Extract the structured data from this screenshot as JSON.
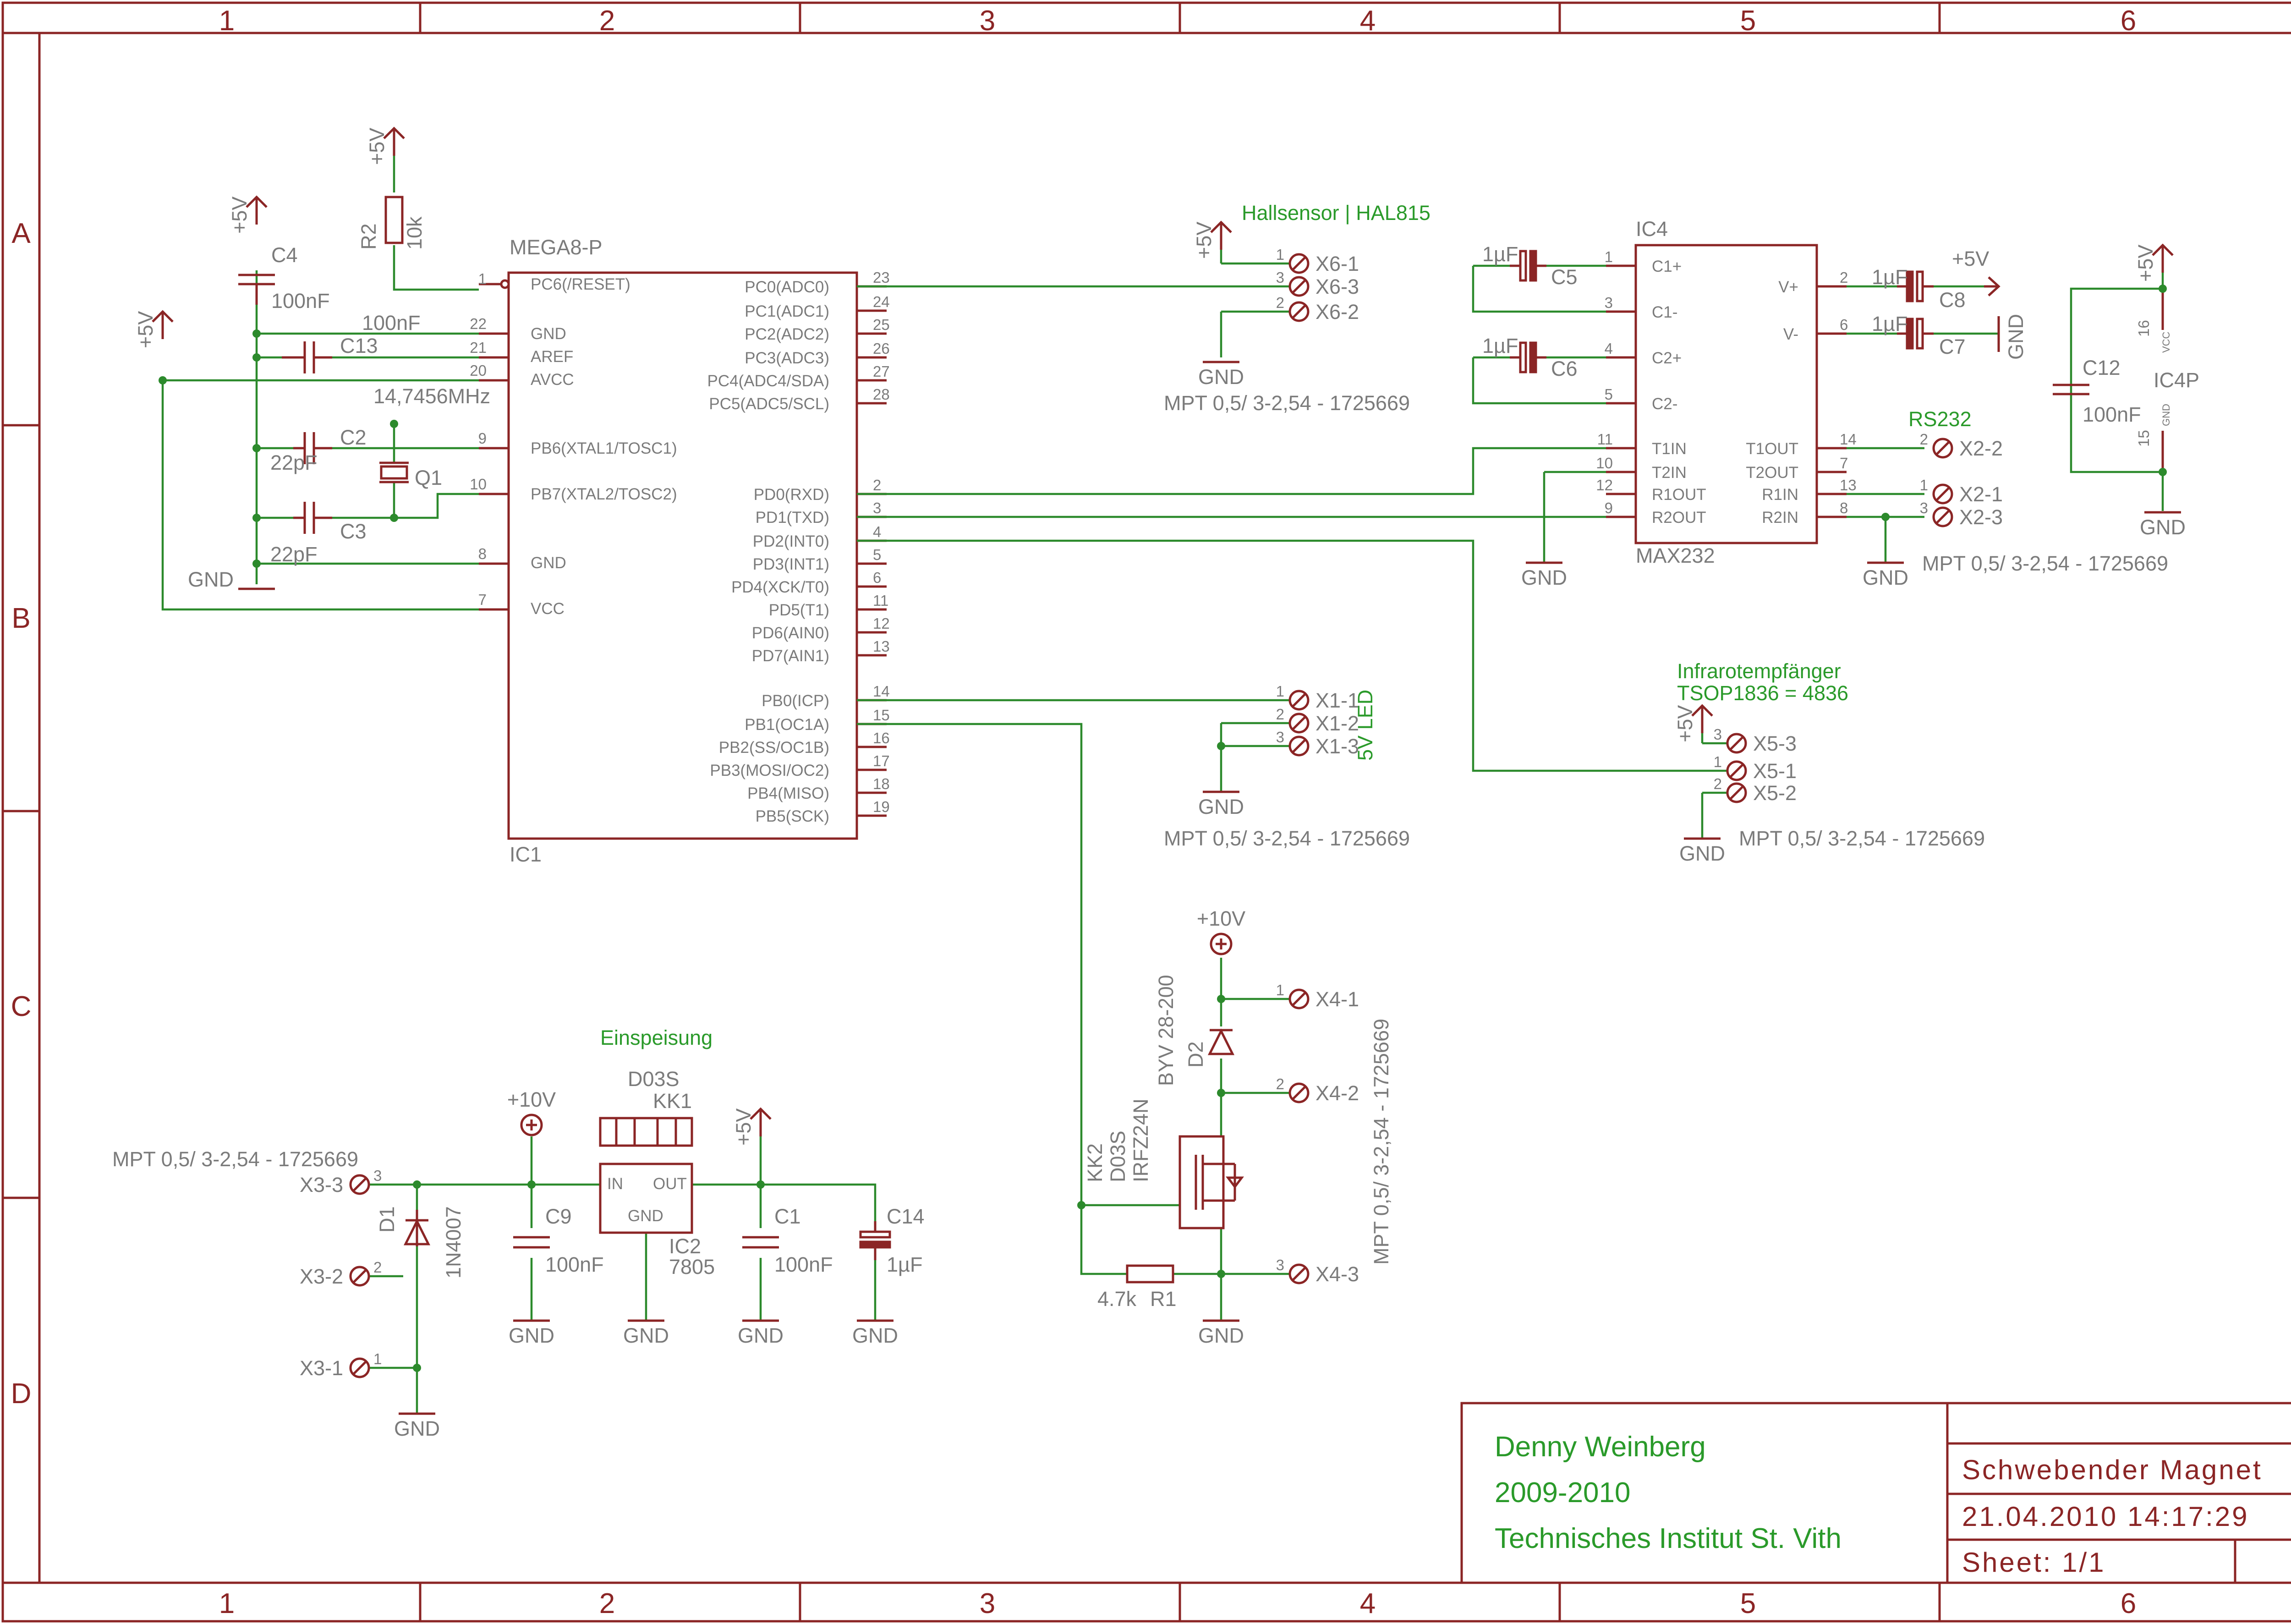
{
  "frame": {
    "columns": [
      "1",
      "2",
      "3",
      "4",
      "5",
      "6"
    ],
    "rows": [
      "A",
      "B",
      "C",
      "D"
    ]
  },
  "title_block": {
    "author": "Denny Weinberg",
    "years": "2009-2010",
    "institute": "Technisches Institut St. Vith",
    "project": "Schwebender Magnet",
    "datetime": "21.04.2010 14:17:29",
    "sheet": "Sheet: 1/1"
  },
  "green_labels": {
    "hallsensor": "Hallsensor | HAL815",
    "rs232": "RS232",
    "ir_line1": "Infrarotempfänger",
    "ir_line2": "TSOP1836 = 4836",
    "led": "5V LED",
    "einspeisung": "Einspeisung"
  },
  "ic1": {
    "name": "MEGA8-P",
    "ref": "IC1",
    "left_pins": [
      {
        "num": "1",
        "name": "PC6(/RESET)"
      },
      {
        "num": "22",
        "name": "GND"
      },
      {
        "num": "21",
        "name": "AREF"
      },
      {
        "num": "20",
        "name": "AVCC"
      },
      {
        "num": "9",
        "name": "PB6(XTAL1/TOSC1)"
      },
      {
        "num": "10",
        "name": "PB7(XTAL2/TOSC2)"
      },
      {
        "num": "8",
        "name": "GND"
      },
      {
        "num": "7",
        "name": "VCC"
      }
    ],
    "right_pins": [
      {
        "num": "23",
        "name": "PC0(ADC0)"
      },
      {
        "num": "24",
        "name": "PC1(ADC1)"
      },
      {
        "num": "25",
        "name": "PC2(ADC2)"
      },
      {
        "num": "26",
        "name": "PC3(ADC3)"
      },
      {
        "num": "27",
        "name": "PC4(ADC4/SDA)"
      },
      {
        "num": "28",
        "name": "PC5(ADC5/SCL)"
      },
      {
        "num": "2",
        "name": "PD0(RXD)"
      },
      {
        "num": "3",
        "name": "PD1(TXD)"
      },
      {
        "num": "4",
        "name": "PD2(INT0)"
      },
      {
        "num": "5",
        "name": "PD3(INT1)"
      },
      {
        "num": "6",
        "name": "PD4(XCK/T0)"
      },
      {
        "num": "11",
        "name": "PD5(T1)"
      },
      {
        "num": "12",
        "name": "PD6(AIN0)"
      },
      {
        "num": "13",
        "name": "PD7(AIN1)"
      },
      {
        "num": "14",
        "name": "PB0(ICP)"
      },
      {
        "num": "15",
        "name": "PB1(OC1A)"
      },
      {
        "num": "16",
        "name": "PB2(SS/OC1B)"
      },
      {
        "num": "17",
        "name": "PB3(MOSI/OC2)"
      },
      {
        "num": "18",
        "name": "PB4(MISO)"
      },
      {
        "num": "19",
        "name": "PB5(SCK)"
      }
    ]
  },
  "ic4": {
    "ref": "IC4",
    "name": "MAX232",
    "left_pins": [
      {
        "num": "1",
        "name": "C1+"
      },
      {
        "num": "3",
        "name": "C1-"
      },
      {
        "num": "4",
        "name": "C2+"
      },
      {
        "num": "5",
        "name": "C2-"
      },
      {
        "num": "11",
        "name": "T1IN"
      },
      {
        "num": "10",
        "name": "T2IN"
      },
      {
        "num": "12",
        "name": "R1OUT"
      },
      {
        "num": "9",
        "name": "R2OUT"
      }
    ],
    "right_pins": [
      {
        "num": "2",
        "name": "V+"
      },
      {
        "num": "6",
        "name": "V-"
      },
      {
        "num": "14",
        "name": "T1OUT"
      },
      {
        "num": "7",
        "name": "T2OUT"
      },
      {
        "num": "13",
        "name": "R1IN"
      },
      {
        "num": "8",
        "name": "R2IN"
      }
    ]
  },
  "ic4p": {
    "ref": "IC4P",
    "vcc_pin": "16",
    "gnd_pin": "15",
    "vcc": "VCC",
    "gnd": "GND"
  },
  "supplies": {
    "p5v": "+5V",
    "p10v": "+10V",
    "gnd": "GND"
  },
  "components": {
    "r2": {
      "ref": "R2",
      "value": "10k"
    },
    "c4": {
      "ref": "C4",
      "value": "100nF"
    },
    "c13": {
      "ref": "C13",
      "value": "100nF"
    },
    "xtal": {
      "value": "14,7456MHz"
    },
    "c2": {
      "ref": "C2",
      "value": "22pF"
    },
    "c3": {
      "ref": "C3",
      "value": "22pF"
    },
    "q1": {
      "ref": "Q1"
    },
    "c5": {
      "ref": "C5",
      "value": "1µF"
    },
    "c6": {
      "ref": "C6",
      "value": "1µF"
    },
    "c8": {
      "ref": "C8",
      "value": "1µF"
    },
    "c7": {
      "ref": "C7",
      "value": "1µF"
    },
    "c12": {
      "ref": "C12",
      "value": "100nF"
    },
    "d2": {
      "ref": "D2",
      "value": "BYV 28-200"
    },
    "t1": {
      "kk": "KK2",
      "pkg": "D03S",
      "value": "IRFZ24N"
    },
    "r1": {
      "ref": "R1",
      "value": "4.7k"
    },
    "d1": {
      "ref": "D1",
      "value": "1N4007"
    },
    "c9": {
      "ref": "C9",
      "value": "100nF"
    },
    "ic2": {
      "ref": "IC2",
      "value": "7805",
      "pkg": "D03S",
      "kk": "KK1",
      "in": "IN",
      "out": "OUT",
      "gnd": "GND"
    },
    "c1": {
      "ref": "C1",
      "value": "100nF"
    },
    "c14": {
      "ref": "C14",
      "value": "1µF"
    }
  },
  "connector_type": "MPT 0,5/ 3-2,54 - 1725669",
  "connectors": {
    "x6": [
      "X6-1",
      "X6-3",
      "X6-2"
    ],
    "x2": [
      "X2-2",
      "X2-1",
      "X2-3"
    ],
    "x1": [
      "X1-1",
      "X1-2",
      "X1-3"
    ],
    "x5": [
      "X5-3",
      "X5-1",
      "X5-2"
    ],
    "x4": [
      "X4-1",
      "X4-2",
      "X4-3"
    ],
    "x3": [
      "X3-3",
      "X3-2",
      "X3-1"
    ]
  }
}
